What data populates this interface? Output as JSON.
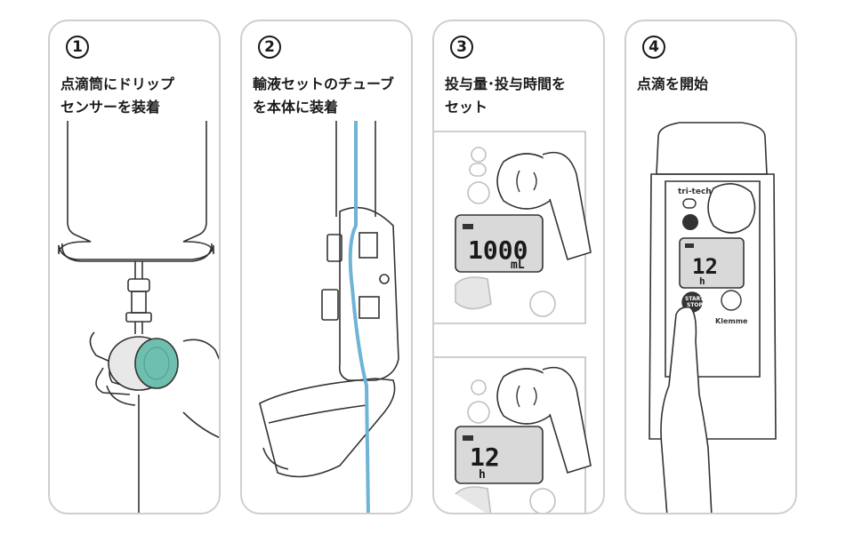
{
  "steps": [
    {
      "number": "1",
      "title": "点滴筒にドリップ\nセンサーを装着"
    },
    {
      "number": "2",
      "title": "輸液セットのチューブ\nを本体に装着"
    },
    {
      "number": "3",
      "title": "投与量･投与時間を\nセット"
    },
    {
      "number": "4",
      "title": "点滴を開始"
    }
  ],
  "device": {
    "brand": "tri-tech",
    "start_label": "START",
    "stop_label": "STOP",
    "maker": "Klemme",
    "volume_value": "1000",
    "volume_unit": "mL",
    "time_value": "12",
    "time_unit": "h"
  },
  "colors": {
    "accent_teal": "#6fbfb0",
    "tube_blue": "#6fb3d6",
    "border": "#cfcfcf",
    "lcd": "#d9d9d9"
  }
}
